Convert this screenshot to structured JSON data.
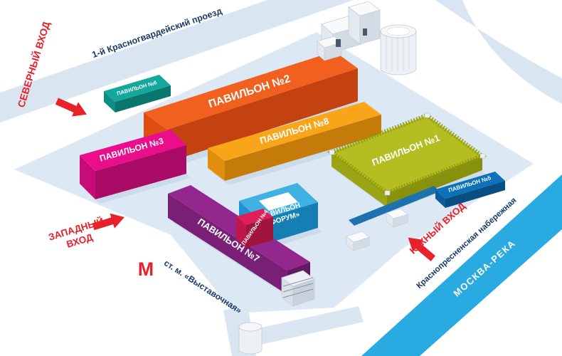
{
  "map": {
    "streets": {
      "krasnogvardeysky": "1-й Красногвардейский проезд",
      "krasnopresnenskaya": "Краснопресненская набережная",
      "river": "МОСКВА-РЕКА"
    },
    "entrances": {
      "north": "СЕВЕРНЫЙ ВХОД",
      "west_line1": "ЗАПАДНЫЙ",
      "west_line2": "ВХОД",
      "south": "ЮЖНЫЙ ВХОД"
    },
    "metro": {
      "symbol": "М",
      "station": "ст. м. «Выставочная»"
    },
    "pavilions": {
      "p1": "ПАВИЛЬОН №1",
      "p2": "ПАВИЛЬОН №2",
      "p3": "ПАВИЛЬОН №3",
      "p4": "ПАВИЛЬОН №4",
      "p5": "ПАВИЛЬОН №5",
      "p6": "ПАВИЛЬОН №6",
      "p7": "ПАВИЛЬОН №7",
      "p8": "ПАВИЛЬОН №8",
      "forum_line1": "ПАВИЛЬОН",
      "forum_line2": "«ФОРУМ»"
    },
    "colors": {
      "road": "#D9E6F2",
      "platform": "#DCE9F4",
      "river": "#29ABE2",
      "navy": "#1A3A6B",
      "red": "#E8212B",
      "p1": "#B4BE21",
      "p2": "#F2601F",
      "p3": "#EB0E8C",
      "p4": "#E01E5A",
      "p5": "#0D72B9",
      "p6": "#14A79B",
      "p7": "#94278E",
      "p8": "#F9A51A",
      "forum": "#41B1E3"
    }
  }
}
